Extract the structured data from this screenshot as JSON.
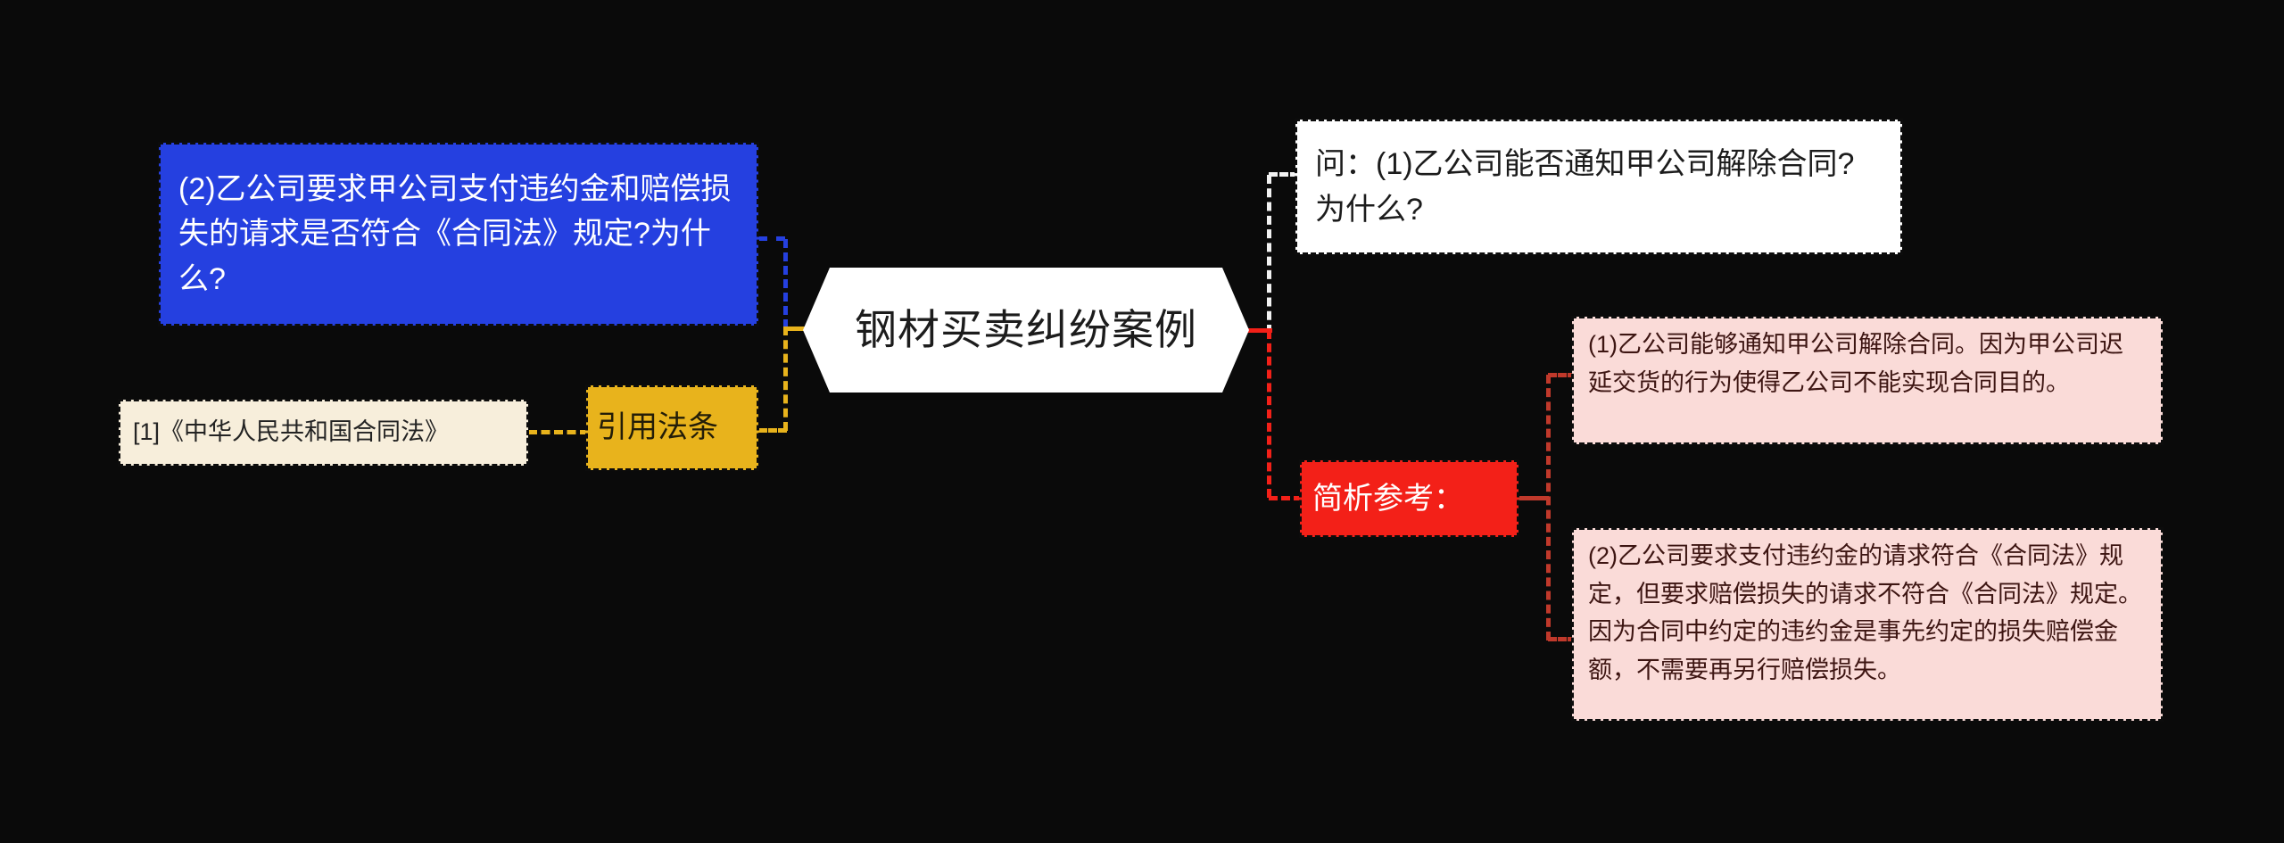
{
  "theme": {
    "background": "#0a0a0a",
    "central_bg": "#ffffff",
    "blue": "#2540e0",
    "yellow": "#e8b31c",
    "cream": "#f7eedb",
    "white": "#ffffff",
    "red": "#f32018",
    "pink": "#fadbd8",
    "pink_text": "#3d1512",
    "connector_dark_red": "#c0392b"
  },
  "mindmap": {
    "central": {
      "label": "钢材买卖纠纷案例"
    },
    "branches": {
      "question_2": {
        "label": "(2)乙公司要求甲公司支付违约金和赔偿损失的请求是否符合《合同法》规定?为什么?"
      },
      "cited_law": {
        "label": "引用法条",
        "reference": "[1]《中华人民共和国合同法》"
      },
      "question_1": {
        "label": "问：(1)乙公司能否通知甲公司解除合同?为什么?"
      },
      "analysis": {
        "label": "简析参考：",
        "answers": [
          {
            "text": "(1)乙公司能够通知甲公司解除合同。因为甲公司迟延交货的行为使得乙公司不能实现合同目的。"
          },
          {
            "text": "(2)乙公司要求支付违约金的请求符合《合同法》规定，但要求赔偿损失的请求不符合《合同法》规定。因为合同中约定的违约金是事先约定的损失赔偿金额，不需要再另行赔偿损失。"
          }
        ]
      }
    }
  }
}
